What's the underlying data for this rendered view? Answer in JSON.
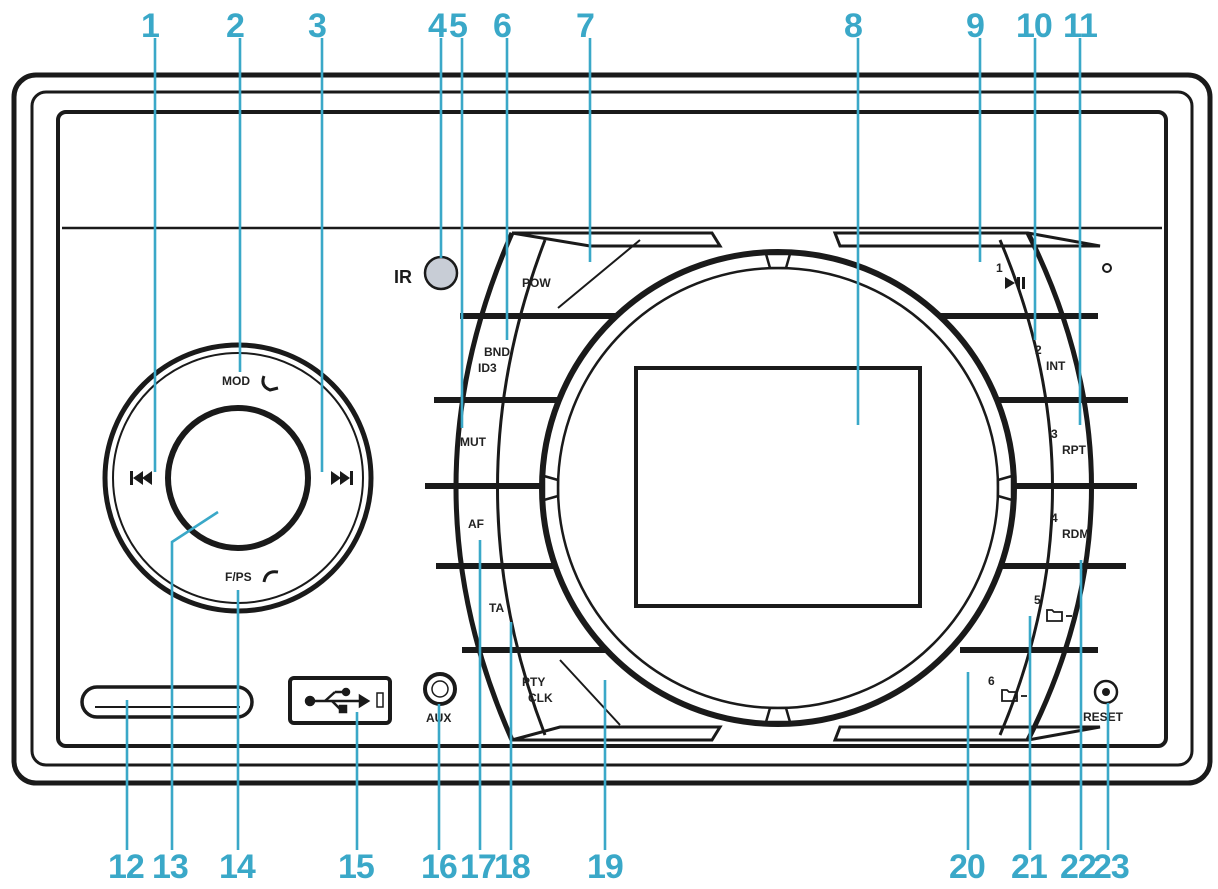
{
  "colors": {
    "callout": "#3aa8c8",
    "outline": "#1a1a1a",
    "button_fill": "#ffffff",
    "ir_sensor": "#c8cdd6",
    "background": "#ffffff"
  },
  "panel_labels": {
    "mod": "MOD",
    "fps": "F/PS",
    "pow": "POW",
    "bnd": "BND",
    "id3": "ID3",
    "mut": "MUT",
    "af": "AF",
    "ta": "TA",
    "pty": "PTY",
    "clk": "CLK",
    "aux": "AUX",
    "reset": "RESET",
    "ir": "IR",
    "p1_num": "1",
    "p2_num": "2",
    "p2_text": "INT",
    "p3_num": "3",
    "p3_text": "RPT",
    "p4_num": "4",
    "p4_text": "RDM",
    "p5_num": "5",
    "p6_num": "6"
  },
  "icons": {
    "prev": "previous-track-icon",
    "next": "next-track-icon",
    "play_pause": "play-pause-icon",
    "phone_answer": "phone-answer-icon",
    "phone_hangup": "phone-hangup-icon",
    "usb": "usb-icon",
    "folder_up": "folder-up-icon",
    "folder_down": "folder-down-icon"
  },
  "callouts": [
    "1",
    "2",
    "3",
    "4",
    "5",
    "6",
    "7",
    "8",
    "9",
    "10",
    "11",
    "12",
    "13",
    "14",
    "15",
    "16",
    "17",
    "18",
    "19",
    "20",
    "21",
    "22",
    "23"
  ]
}
